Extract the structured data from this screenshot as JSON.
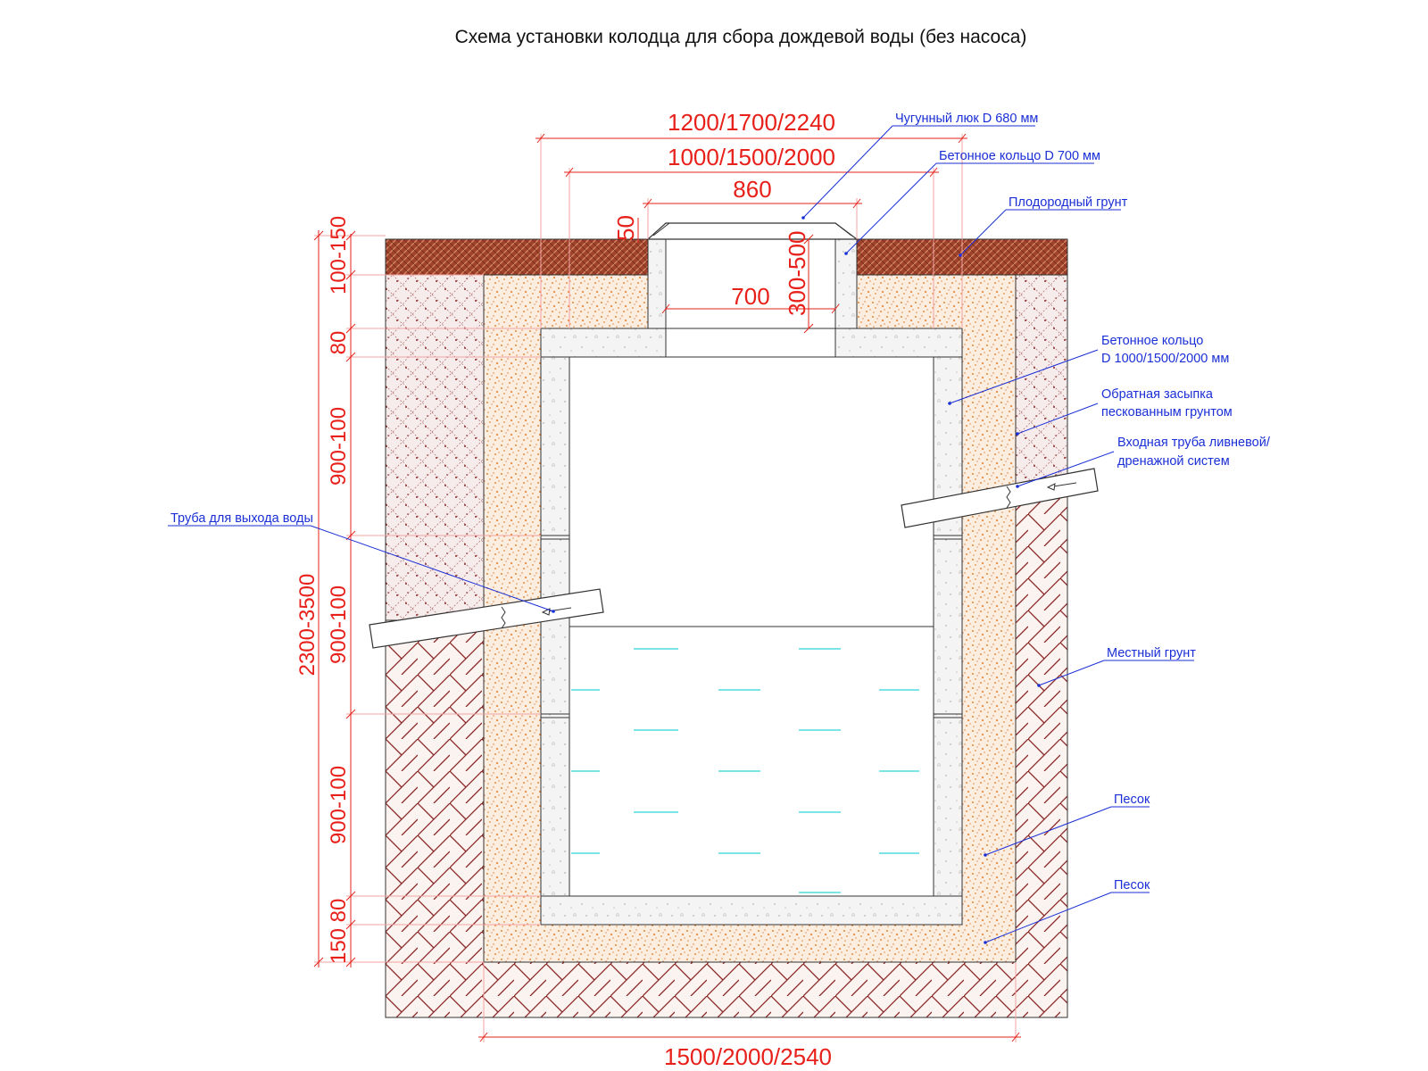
{
  "title": "Схема установки колодца для сбора дождевой воды (без насоса)",
  "dimensions": {
    "top_outer": "1200/1700/2240",
    "top_ring": "1000/1500/2000",
    "hatch_width": "860",
    "neck_inner": "700",
    "hatch_height": "50",
    "neck_height": "300-500",
    "bottom_width": "1500/2000/2540",
    "total_height": "2300-3500",
    "topsoil": "100-150",
    "slab_top": "80",
    "ring_1": "900-100",
    "ring_2": "900-100",
    "ring_3": "900-100",
    "slab_bottom": "80",
    "sand_base": "150"
  },
  "labels": {
    "hatch": "Чугунный люк D 680 мм",
    "neck_ring": "Бетонное кольцо D 700 мм",
    "topsoil": "Плодородный грунт",
    "main_ring_line1": "Бетонное кольцо",
    "main_ring_line2": "D 1000/1500/2000 мм",
    "backfill_line1": "Обратная засыпка",
    "backfill_line2": "пескованным грунтом",
    "inlet_line1": "Входная труба ливневой/",
    "inlet_line2": "дренажной систем",
    "outlet": "Труба для выхода воды",
    "local_soil": "Местный грунт",
    "sand_side": "Песок",
    "sand_bottom": "Песок"
  },
  "colors": {
    "dimension": "#e8201a",
    "label": "#1a2fd6",
    "topsoil": "#a0432c",
    "sand": "#e88a3a",
    "local_soil": "#8a2a2a",
    "concrete": "#f2f2f2",
    "water": "#2cd4d6"
  }
}
